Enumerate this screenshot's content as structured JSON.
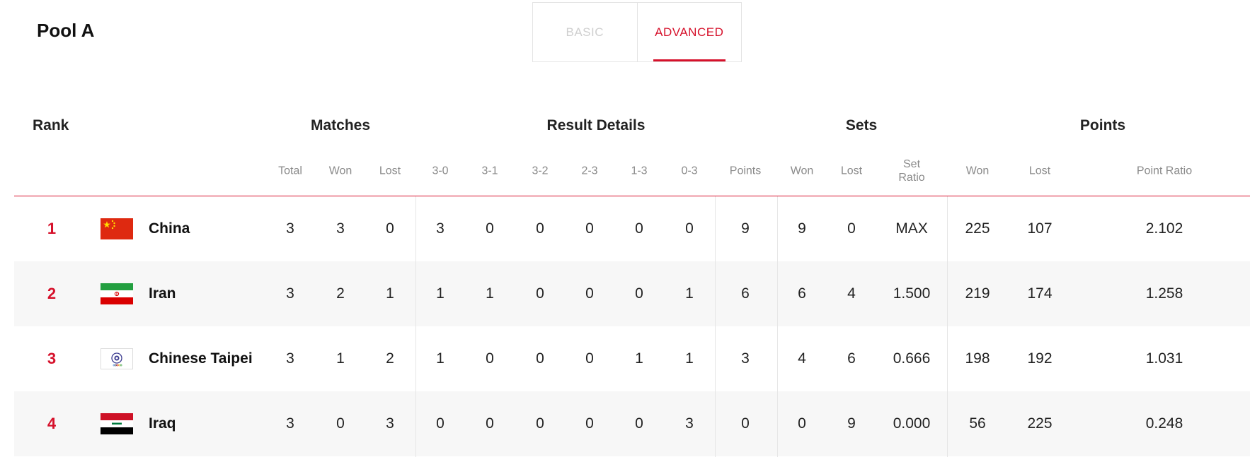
{
  "pool_title": "Pool A",
  "tabs": [
    {
      "label": "BASIC",
      "active": false
    },
    {
      "label": "ADVANCED",
      "active": true
    }
  ],
  "groups": {
    "rank": "Rank",
    "matches": "Matches",
    "result_details": "Result Details",
    "sets": "Sets",
    "points": "Points"
  },
  "sub_headers": {
    "total": "Total",
    "won": "Won",
    "lost": "Lost",
    "r30": "3-0",
    "r31": "3-1",
    "r32": "3-2",
    "r23": "2-3",
    "r13": "1-3",
    "r03": "0-3",
    "points": "Points",
    "sets_won": "Won",
    "sets_lost": "Lost",
    "set_ratio_1": "Set",
    "set_ratio_2": "Ratio",
    "points_won": "Won",
    "points_lost": "Lost",
    "point_ratio": "Point Ratio"
  },
  "rows": [
    {
      "rank": "1",
      "team": "China",
      "flag": "china-flag",
      "total": "3",
      "won": "3",
      "lost": "0",
      "r30": "3",
      "r31": "0",
      "r32": "0",
      "r23": "0",
      "r13": "0",
      "r03": "0",
      "points": "9",
      "sets_won": "9",
      "sets_lost": "0",
      "set_ratio": "MAX",
      "points_won": "225",
      "points_lost": "107",
      "point_ratio": "2.102"
    },
    {
      "rank": "2",
      "team": "Iran",
      "flag": "iran-flag",
      "total": "3",
      "won": "2",
      "lost": "1",
      "r30": "1",
      "r31": "1",
      "r32": "0",
      "r23": "0",
      "r13": "0",
      "r03": "1",
      "points": "6",
      "sets_won": "6",
      "sets_lost": "4",
      "set_ratio": "1.500",
      "points_won": "219",
      "points_lost": "174",
      "point_ratio": "1.258"
    },
    {
      "rank": "3",
      "team": "Chinese Taipei",
      "flag": "chinese-taipei-flag",
      "total": "3",
      "won": "1",
      "lost": "2",
      "r30": "1",
      "r31": "0",
      "r32": "0",
      "r23": "0",
      "r13": "1",
      "r03": "1",
      "points": "3",
      "sets_won": "4",
      "sets_lost": "6",
      "set_ratio": "0.666",
      "points_won": "198",
      "points_lost": "192",
      "point_ratio": "1.031"
    },
    {
      "rank": "4",
      "team": "Iraq",
      "flag": "iraq-flag",
      "total": "3",
      "won": "0",
      "lost": "3",
      "r30": "0",
      "r31": "0",
      "r32": "0",
      "r23": "0",
      "r13": "0",
      "r03": "3",
      "points": "0",
      "sets_won": "0",
      "sets_lost": "9",
      "set_ratio": "0.000",
      "points_won": "56",
      "points_lost": "225",
      "point_ratio": "0.248"
    }
  ],
  "colors": {
    "accent": "#d6112b",
    "row_alt": "#f7f7f7",
    "muted": "#8a8a8a"
  }
}
